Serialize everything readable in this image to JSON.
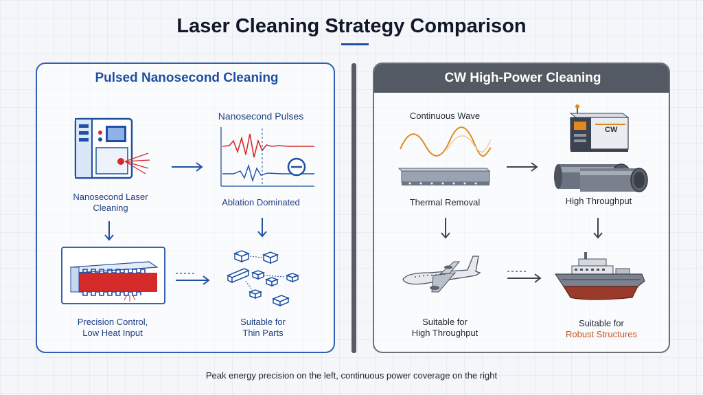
{
  "page": {
    "title": "Laser Cleaning Strategy Comparison",
    "footer": "Peak energy precision on the left, continuous power coverage on the right"
  },
  "left_panel": {
    "title": "Pulsed Nanosecond Cleaning",
    "machine_label": "Nanosecond Laser\nCleaning",
    "pulses_title": "Nanosecond Pulses",
    "ablation_label": "Ablation Dominated",
    "precision_label": "Precision Control,\nLow Heat Input",
    "thin_label": "Suitable for\nThin Parts"
  },
  "right_panel": {
    "title": "CW High-Power Cleaning",
    "wave_title": "Continuous Wave",
    "thermal_label": "Thermal Removal",
    "machine_text": "CW",
    "throughput_label": "High Throughput",
    "aircraft_label": "Suitable for\nHigh Throughput",
    "ship_label_line1": "Suitable for",
    "ship_label_line2": "Robust Structures"
  },
  "colors": {
    "accent_blue": "#1e4fa3",
    "laser_red": "#d42a2a",
    "wave_orange": "#e08a1e",
    "dark_gray": "#545a64",
    "highlight_orange": "#c4561a"
  }
}
